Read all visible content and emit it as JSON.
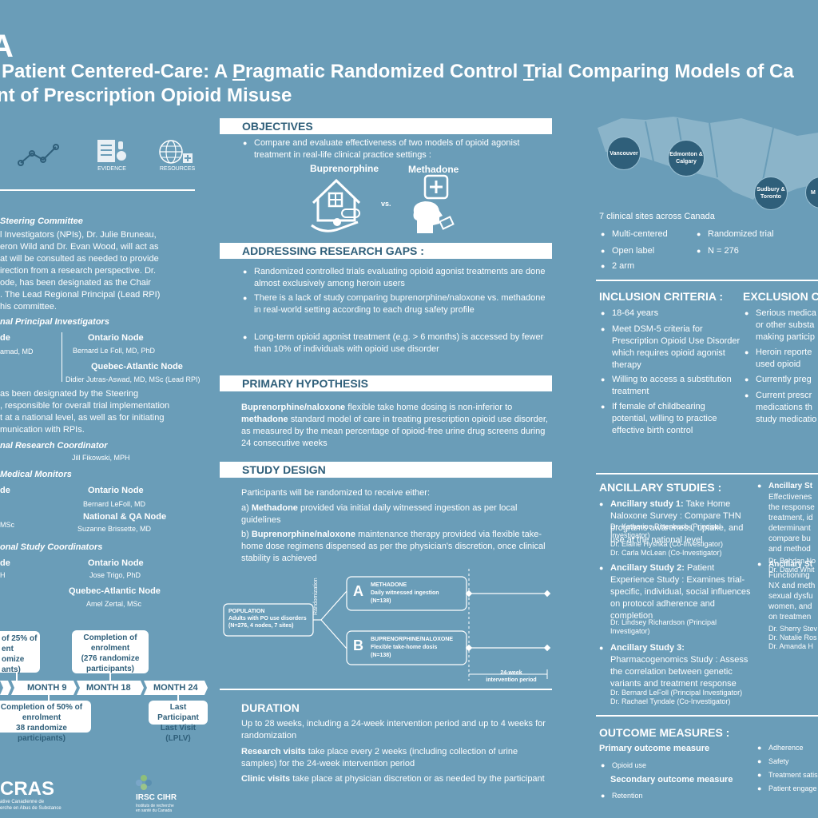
{
  "header": {
    "letter": "A",
    "title_line1_pre": "Patient Centered-Care: A ",
    "title_P": "P",
    "title_mid": "ragmatic Randomized Control ",
    "title_T": "T",
    "title_post": "rial Comparing Models of Ca",
    "title_line2": "nt of Prescription Opioid Misuse"
  },
  "left": {
    "icons": [
      {
        "label": ""
      },
      {
        "label": "EVIDENCE"
      },
      {
        "label": "RESOURCES"
      }
    ],
    "steering_title": "Steering Committee",
    "steering_text": [
      "l Investigators (NPIs), Dr. Julie Bruneau,",
      "eron Wild and Dr. Evan Wood, will act as",
      "at will be consulted as needed to provide",
      "irection from a research perspective. Dr.",
      "ode, has been designated as the Chair",
      ". The Lead Regional Principal (Lead RPI)",
      "his committee."
    ],
    "rpi_title": "nal Principal Investigators",
    "rpi_left_node": "de",
    "rpi_left_name": "amad, MD",
    "rpi_on_node": "Ontario Node",
    "rpi_on_name": "Bernard Le Foll, MD, PhD",
    "rpi_qa_node": "Quebec-Atlantic Node",
    "rpi_qa_name": "Didier Jutras-Aswad, MD, MSc (Lead RPI)",
    "mid_text": [
      "as been designated by the Steering",
      ", responsible for overall trial implementation",
      "t at a national level, as well as for initiating",
      "munication with RPIs."
    ],
    "nrc_title": "nal Research Coordinator",
    "nrc_name": "Jill Fikowski, MPH",
    "mm_title": " Medical Monitors",
    "mm_left_node": "de",
    "mm_left_name": "",
    "mm_left_name2": "MSc",
    "mm_on_node": "Ontario Node",
    "mm_on_name": "Bernard LeFoll, MD",
    "mm_qa_node": "National & QA Node",
    "mm_qa_name": "Suzanne Brissette, MD",
    "nsc_title": "onal Study Coordinators",
    "nsc_left_node": "de",
    "nsc_left_name": "H",
    "nsc_on_node": "Ontario Node",
    "nsc_on_name": "Jose Trigo, PhD",
    "nsc_qa_node": "Quebec-Atlantic Node",
    "nsc_qa_name": "Amel Zertal, MSc",
    "timeline": {
      "box1": [
        "of 25% of",
        "ent",
        "omize",
        "ants)"
      ],
      "box2": [
        "Completion of",
        "enrolment",
        "(276 randomize",
        "participants)"
      ],
      "box3": [
        "Completion of 50% of",
        "enrolment",
        "38 randomize participants)"
      ],
      "box4": [
        "Last Participant",
        "Last Visit (LPLV)"
      ],
      "months": [
        "MONTH 9",
        "MONTH 18",
        "MONTH 24"
      ]
    },
    "logo_cras": "CRAS",
    "logo_cras_sub1": "ative Canadienne de",
    "logo_cras_sub2": "erche en Abus de Substance",
    "logo_irsc": "IRSC CIHR",
    "logo_irsc_sub1": "Instituts de recherche",
    "logo_irsc_sub2": "en santé du Canada"
  },
  "middle": {
    "objectives_title": "OBJECTIVES",
    "objectives_text": "Compare and evaluate effectiveness of two models of opioid agonist treatment in real-life clinical practice settings :",
    "bup_label": "Buprenorphine",
    "vs_label": "vs.",
    "meth_label": "Methadone",
    "gaps_title": "ADDRESSING RESEARCH GAPS :",
    "gaps": [
      "Randomized controlled trials evaluating opioid agonist treatments are done almost exclusively among heroin users",
      "There is a lack of study comparing buprenorphine/naloxone vs. methadone in real-world setting according to each drug safety profile",
      "Long-term opioid agonist treatment (e.g. > 6 months) is accessed by fewer than 10% of individuals with opioid use disorder"
    ],
    "hyp_title": "PRIMARY HYPOTHESIS",
    "hyp_b1": "Buprenorphine/naloxone",
    "hyp_t1": " flexible take home dosing is non-inferior to ",
    "hyp_b2": "methadone",
    "hyp_t2": " standard model of care in treating prescription opioid use disorder, as measured by the mean percentage of opioid-free urine drug screens during 24 consecutive weeks",
    "design_title": "STUDY DESIGN",
    "design_intro": "Participants will be randomized to receive either:",
    "design_a_pre": "a) ",
    "design_a_b": "Methadone",
    "design_a_t": " provided via initial daily witnessed ingestion as per local guidelines",
    "design_b_pre": "b) ",
    "design_b_b": "Buprenorphine/naloxone",
    "design_b_t": " maintenance therapy provided via flexible take-home dose regimens dispensed as per the physician's discretion, once clinical stability is achieved",
    "diagram": {
      "pop_title": "POPULATION",
      "pop_l1": "Adults with PO use disorders",
      "pop_l2": "(N=276, 4 nodes, 7 sites)",
      "rand": "Randomization",
      "a_letter": "A",
      "a_title": "METHADONE",
      "a_l1": "Daily witnessed ingestion",
      "a_l2": "(N=138)",
      "b_letter": "B",
      "b_title": "BUPRENORPHINE/NALOXONE",
      "b_l1": "Flexible take-home dosis",
      "b_l2": "(N=138)",
      "period1": "24-week",
      "period2": "intervention period"
    },
    "duration_title": "DURATION",
    "duration_text": "Up to 28 weeks, including a 24-week intervention period and up to 4 weeks for randomization",
    "research_b": "Research visits",
    "research_t": " take place every 2 weeks (including collection of urine samples) for the 24-week intervention period",
    "clinic_b": "Clinic visits",
    "clinic_t": " take place at physician discretion or as needed by the participant"
  },
  "right": {
    "map_sites": [
      "Vancouver",
      "Edmonton & Calgary",
      "Sudbury & Toronto",
      "M"
    ],
    "sites_text": "7 clinical sites across Canada",
    "features_left": [
      "Multi-centered",
      "Open label",
      "2 arm"
    ],
    "features_right": [
      "Randomized trial",
      "N = 276"
    ],
    "inc_title": "INCLUSION CRITERIA :",
    "inc": [
      "18-64 years",
      "Meet DSM-5 criteria for Prescription Opioid Use Disorder which requires opioid agonist therapy",
      "Willing to access a substitution treatment",
      "If female of childbearing potential, willing to practice effective birth control"
    ],
    "exc_title": "EXCLUSION C",
    "exc": [
      "Serious medica or other substa making particip",
      "Heroin reporte used opioid",
      "Currently preg",
      "Current prescr medications th study medicatio"
    ],
    "anc_title": "ANCILLARY STUDIES :",
    "anc1_b": "Ancillary study 1:",
    "anc1_t": " Take Home Naloxone Survey : Compare THN programs awareness, uptake, and use at the national level",
    "anc1_n": [
      "Dr. Katherine Rittenbach (Principal",
      "Investigator)",
      "Dr. Elaine Hyshka (Co-Investigator)",
      "Dr. Carla McLean (Co-Investigator)"
    ],
    "anc2_b": "Ancillary Study 2:",
    "anc2_t": " Patient Experience Study : Examines trial-specific, individual, social influences on protocol adherence and completion",
    "anc2_n": [
      "Dr. Lindsey Richardson (Principal",
      "Investigator)"
    ],
    "anc3_b": "Ancillary Study 3:",
    "anc3_t": " Pharmacogenomics Study : Assess the correlation between genetic variants and treatment response",
    "anc3_n": [
      "Dr. Bernard LeFoll (Principal Investigator)",
      "Dr. Rachael Tyndale (Co-Investigator)"
    ],
    "anc4_b": "Ancillary St",
    "anc4_t": [
      "Effectivenes",
      "the response",
      "treatment, id",
      "determinant",
      "compare bu",
      "and method"
    ],
    "anc4_n": [
      "Dr. Bohdan No",
      "Dr. David Whit"
    ],
    "anc5_b": "Ancillary St",
    "anc5_t": [
      "Functioning",
      "NX and meth",
      "sexual dysfu",
      "women, and",
      "on treatmen"
    ],
    "anc5_n": [
      "Dr. Sherry Stev",
      "Dr. Natalie Ros",
      "Dr. Amanda H"
    ],
    "out_title": "OUTCOME MEASURES :",
    "primary_title": "Primary outcome measure",
    "primary": [
      "Opioid use"
    ],
    "secondary_title": "Secondary outcome measure",
    "secondary": [
      "Retention"
    ],
    "out_right": [
      "Adherence",
      "Safety",
      "Treatment satis",
      "Patient engage"
    ]
  }
}
